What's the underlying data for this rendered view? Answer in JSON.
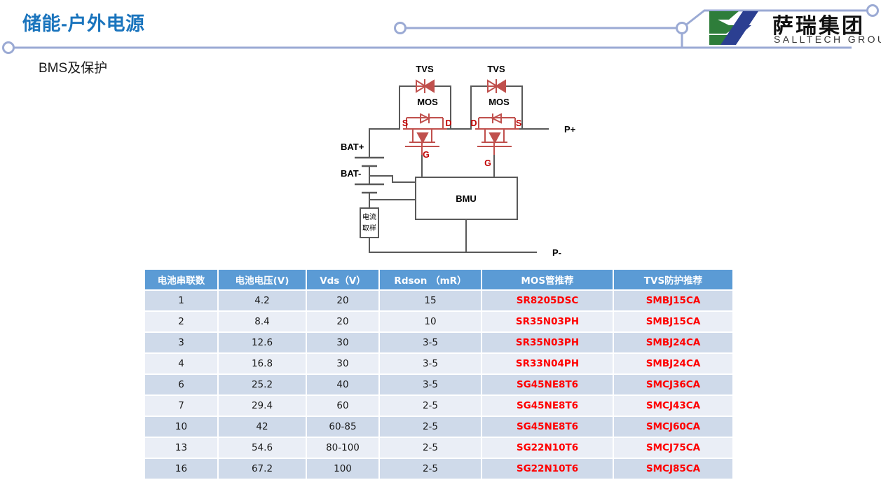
{
  "header": {
    "title": "储能-户外电源",
    "logo": {
      "mark_name": "salltech-logo-mark",
      "cn_name": "萨瑞集团",
      "en_name": "SALLTECH GROUP",
      "green": "#2E7D3A",
      "blue": "#2B3F91"
    },
    "accent_color": "#1a74bd",
    "deco_color": "#9BAAD4"
  },
  "subtitle": "BMS及保护",
  "circuit": {
    "labels": {
      "tvs_left": "TVS",
      "tvs_right": "TVS",
      "mos_left": "MOS",
      "mos_right": "MOS",
      "s_left": "S",
      "d_left": "D",
      "g_left": "G",
      "d_right": "D",
      "s_right": "S",
      "g_right": "G",
      "bat_plus": "BAT+",
      "bat_minus": "BAT-",
      "shunt": "电流\n取样",
      "shunt_line1": "电流",
      "shunt_line2": "取样",
      "bmu": "BMU",
      "p_plus": "P+",
      "p_minus": "P-"
    },
    "colors": {
      "wire": "#595959",
      "device": "#C0504D",
      "text": "#000000",
      "device_text": "#C00000"
    }
  },
  "table": {
    "columns": [
      "电池串联数",
      "电池电压(V)",
      "Vds（V）",
      "Rdson （mR）",
      "MOS管推荐",
      "TVS防护推荐"
    ],
    "rows": [
      [
        "1",
        "4.2",
        "20",
        "15",
        "SR8205DSC",
        "SMBJ15CA"
      ],
      [
        "2",
        "8.4",
        "20",
        "10",
        "SR35N03PH",
        "SMBJ15CA"
      ],
      [
        "3",
        "12.6",
        "30",
        "3-5",
        "SR35N03PH",
        "SMBJ24CA"
      ],
      [
        "4",
        "16.8",
        "30",
        "3-5",
        "SR33N04PH",
        "SMBJ24CA"
      ],
      [
        "6",
        "25.2",
        "40",
        "3-5",
        "SG45NE8T6",
        "SMCJ36CA"
      ],
      [
        "7",
        "29.4",
        "60",
        "2-5",
        "SG45NE8T6",
        "SMCJ43CA"
      ],
      [
        "10",
        "42",
        "60-85",
        "2-5",
        "SG45NE8T6",
        "SMCJ60CA"
      ],
      [
        "13",
        "54.6",
        "80-100",
        "2-5",
        "SG22N10T6",
        "SMCJ75CA"
      ],
      [
        "16",
        "67.2",
        "100",
        "2-5",
        "SG22N10T6",
        "SMCJ85CA"
      ]
    ],
    "header_bg": "#5B9BD5",
    "row_odd_bg": "#CFDAEA",
    "row_even_bg": "#EAEEF6",
    "part_color": "#FF0000"
  }
}
